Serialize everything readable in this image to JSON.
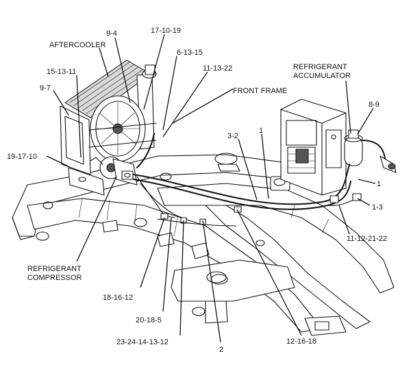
{
  "callouts": {
    "aftercooler": "AFTERCOOLER",
    "c_9_4": "9-4",
    "c_17_10_19": "17-10-19",
    "c_6_13_15": "6-13-15",
    "c_15_13_11": "15-13-11",
    "c_11_13_22": "11-13-22",
    "front_frame": "FRONT FRAME",
    "c_9_7": "9-7",
    "refrigerant_accumulator_1": "REFRIGERANT",
    "refrigerant_accumulator_2": "ACCUMULATOR",
    "c_8_9": "8-9",
    "c_3_2": "3-2",
    "c_1_top": "1",
    "c_19_17_10": "19-17-10",
    "c_1_right": "1",
    "c_1_3": "1-3",
    "c_11_12_21_22": "11-12-21-22",
    "refrigerant_compressor_1": "REFRIGERANT",
    "refrigerant_compressor_2": "COMPRESSOR",
    "c_18_16_12": "18-16-12",
    "c_20_18_5": "20-18-5",
    "c_23_24_14_13_12": "23-24-14-13-12",
    "c_2": "2",
    "c_12_16_18": "12-16-18"
  },
  "icons": {
    "aftercooler": "aftercooler-icon",
    "fan": "fan-icon",
    "compressor": "compressor-icon",
    "accumulator": "accumulator-icon",
    "cab_unit": "hvac-box-icon",
    "frame": "frame-icon"
  },
  "colors": {
    "ink": "#111111",
    "background": "#ffffff"
  }
}
